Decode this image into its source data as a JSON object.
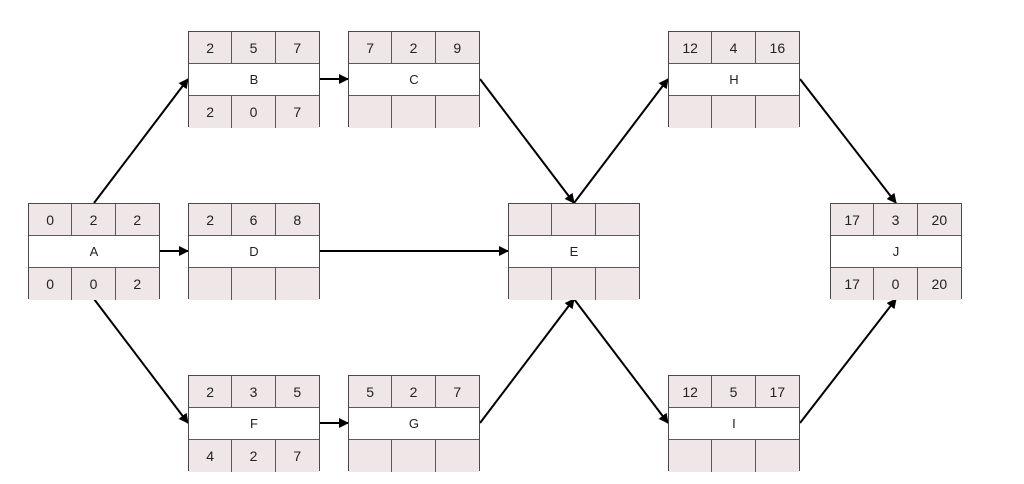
{
  "nodes": {
    "A": {
      "label": "A",
      "top": [
        "0",
        "2",
        "2"
      ],
      "bottom": [
        "0",
        "0",
        "2"
      ]
    },
    "B": {
      "label": "B",
      "top": [
        "2",
        "5",
        "7"
      ],
      "bottom": [
        "2",
        "0",
        "7"
      ]
    },
    "C": {
      "label": "C",
      "top": [
        "7",
        "2",
        "9"
      ],
      "bottom": [
        "",
        "",
        ""
      ]
    },
    "D": {
      "label": "D",
      "top": [
        "2",
        "6",
        "8"
      ],
      "bottom": [
        "",
        "",
        ""
      ]
    },
    "E": {
      "label": "E",
      "top": [
        "",
        "",
        ""
      ],
      "bottom": [
        "",
        "",
        ""
      ]
    },
    "F": {
      "label": "F",
      "top": [
        "2",
        "3",
        "5"
      ],
      "bottom": [
        "4",
        "2",
        "7"
      ]
    },
    "G": {
      "label": "G",
      "top": [
        "5",
        "2",
        "7"
      ],
      "bottom": [
        "",
        "",
        ""
      ]
    },
    "H": {
      "label": "H",
      "top": [
        "12",
        "4",
        "16"
      ],
      "bottom": [
        "",
        "",
        ""
      ]
    },
    "I": {
      "label": "I",
      "top": [
        "12",
        "5",
        "17"
      ],
      "bottom": [
        "",
        "",
        ""
      ]
    },
    "J": {
      "label": "J",
      "top": [
        "17",
        "3",
        "20"
      ],
      "bottom": [
        "17",
        "0",
        "20"
      ]
    }
  },
  "edges": [
    [
      "A",
      "B"
    ],
    [
      "A",
      "D"
    ],
    [
      "A",
      "F"
    ],
    [
      "B",
      "C"
    ],
    [
      "C",
      "E"
    ],
    [
      "D",
      "E"
    ],
    [
      "F",
      "G"
    ],
    [
      "G",
      "E"
    ],
    [
      "E",
      "H"
    ],
    [
      "E",
      "I"
    ],
    [
      "H",
      "J"
    ],
    [
      "I",
      "J"
    ]
  ],
  "colors": {
    "cell_fill": "#efe7e7",
    "border": "#4a4a4a",
    "arrow": "#000000"
  }
}
